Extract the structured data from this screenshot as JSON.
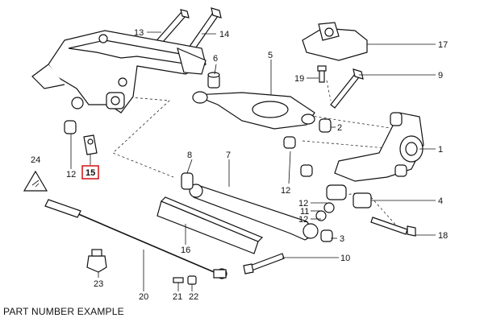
{
  "callouts": {
    "c1": "1",
    "c2": "2",
    "c3": "3",
    "c4": "4",
    "c5": "5",
    "c6": "6",
    "c7": "7",
    "c8": "8",
    "c9": "9",
    "c10": "10",
    "c11": "11",
    "c12a": "12",
    "c12b": "12",
    "c12c": "12",
    "c12d": "12",
    "c13": "13",
    "c14": "14",
    "c15": "15",
    "c16": "16",
    "c17": "17",
    "c18": "18",
    "c19": "19",
    "c20": "20",
    "c21": "21",
    "c22": "22",
    "c23": "23",
    "c24": "24"
  },
  "highlight_color": "#cc0000",
  "caption": "PART NUMBER EXAMPLE"
}
